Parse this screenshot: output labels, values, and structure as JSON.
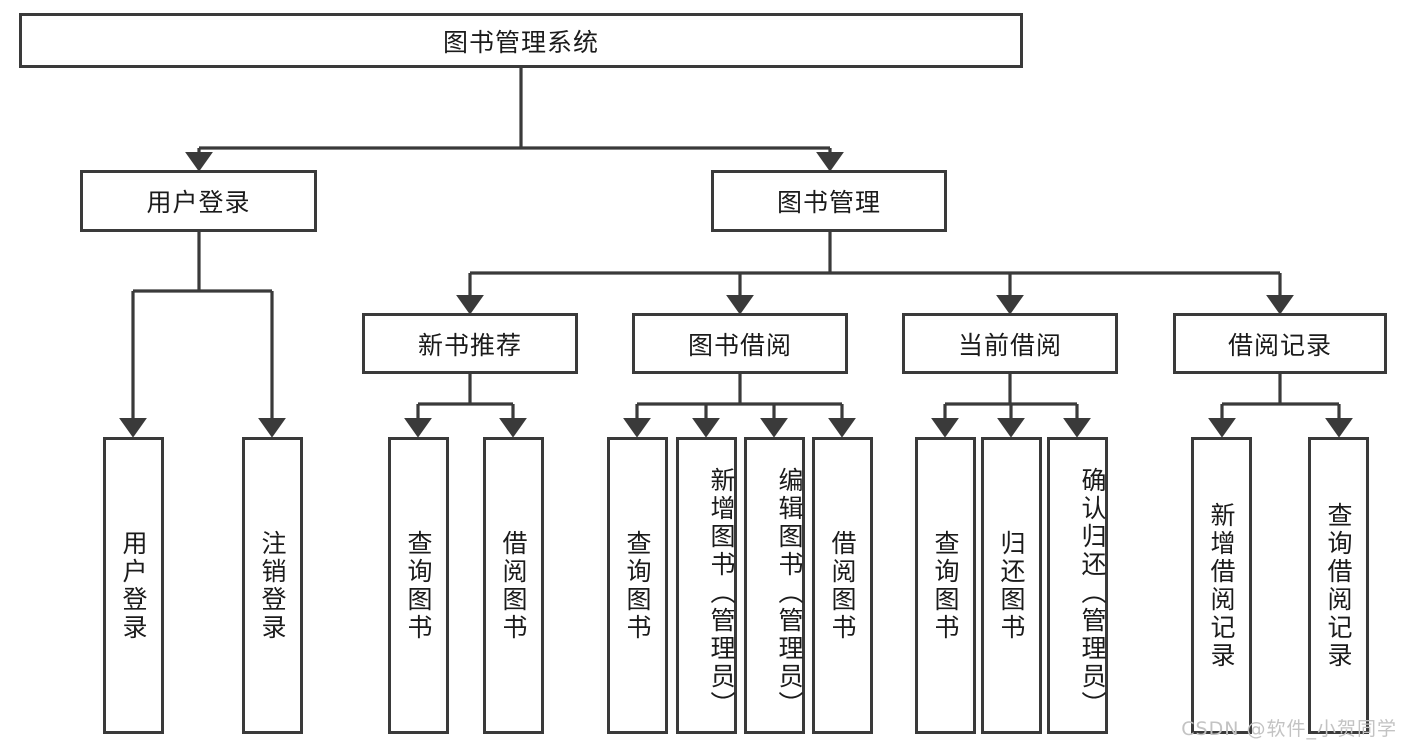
{
  "diagram": {
    "title": "图书管理系统",
    "type": "hierarchy-tree",
    "root": {
      "id": "root",
      "label": "图书管理系统"
    },
    "level2": [
      {
        "id": "user-login",
        "label": "用户登录"
      },
      {
        "id": "book-management",
        "label": "图书管理"
      }
    ],
    "level3": [
      {
        "id": "new-book-recommend",
        "label": "新书推荐"
      },
      {
        "id": "book-borrow",
        "label": "图书借阅"
      },
      {
        "id": "current-borrow",
        "label": "当前借阅"
      },
      {
        "id": "borrow-record",
        "label": "借阅记录"
      }
    ],
    "leaves": [
      {
        "id": "leaf-user-login",
        "label": "用户登录",
        "parent": "user-login"
      },
      {
        "id": "leaf-user-logout",
        "label": "注销登录",
        "parent": "user-login"
      },
      {
        "id": "leaf-query-book-1",
        "label": "查询图书",
        "parent": "new-book-recommend"
      },
      {
        "id": "leaf-borrow-book-1",
        "label": "借阅图书",
        "parent": "new-book-recommend"
      },
      {
        "id": "leaf-query-book-2",
        "label": "查询图书",
        "parent": "book-borrow"
      },
      {
        "id": "leaf-add-book",
        "label": "新增图书（管理员）",
        "parent": "book-borrow"
      },
      {
        "id": "leaf-edit-book",
        "label": "编辑图书（管理员）",
        "parent": "book-borrow"
      },
      {
        "id": "leaf-borrow-book-2",
        "label": "借阅图书",
        "parent": "book-borrow"
      },
      {
        "id": "leaf-query-book-3",
        "label": "查询图书",
        "parent": "current-borrow"
      },
      {
        "id": "leaf-return-book",
        "label": "归还图书",
        "parent": "current-borrow"
      },
      {
        "id": "leaf-confirm-return",
        "label": "确认归还（管理员）",
        "parent": "current-borrow"
      },
      {
        "id": "leaf-add-record",
        "label": "新增借阅记录",
        "parent": "borrow-record"
      },
      {
        "id": "leaf-query-record",
        "label": "查询借阅记录",
        "parent": "borrow-record"
      }
    ],
    "colors": {
      "border": "#3a3a3a",
      "text": "#1b1b1b",
      "background": "#ffffff",
      "watermark": "#c3c3c3"
    }
  },
  "watermark": {
    "text": "CSDN @软件_小贺同学"
  }
}
